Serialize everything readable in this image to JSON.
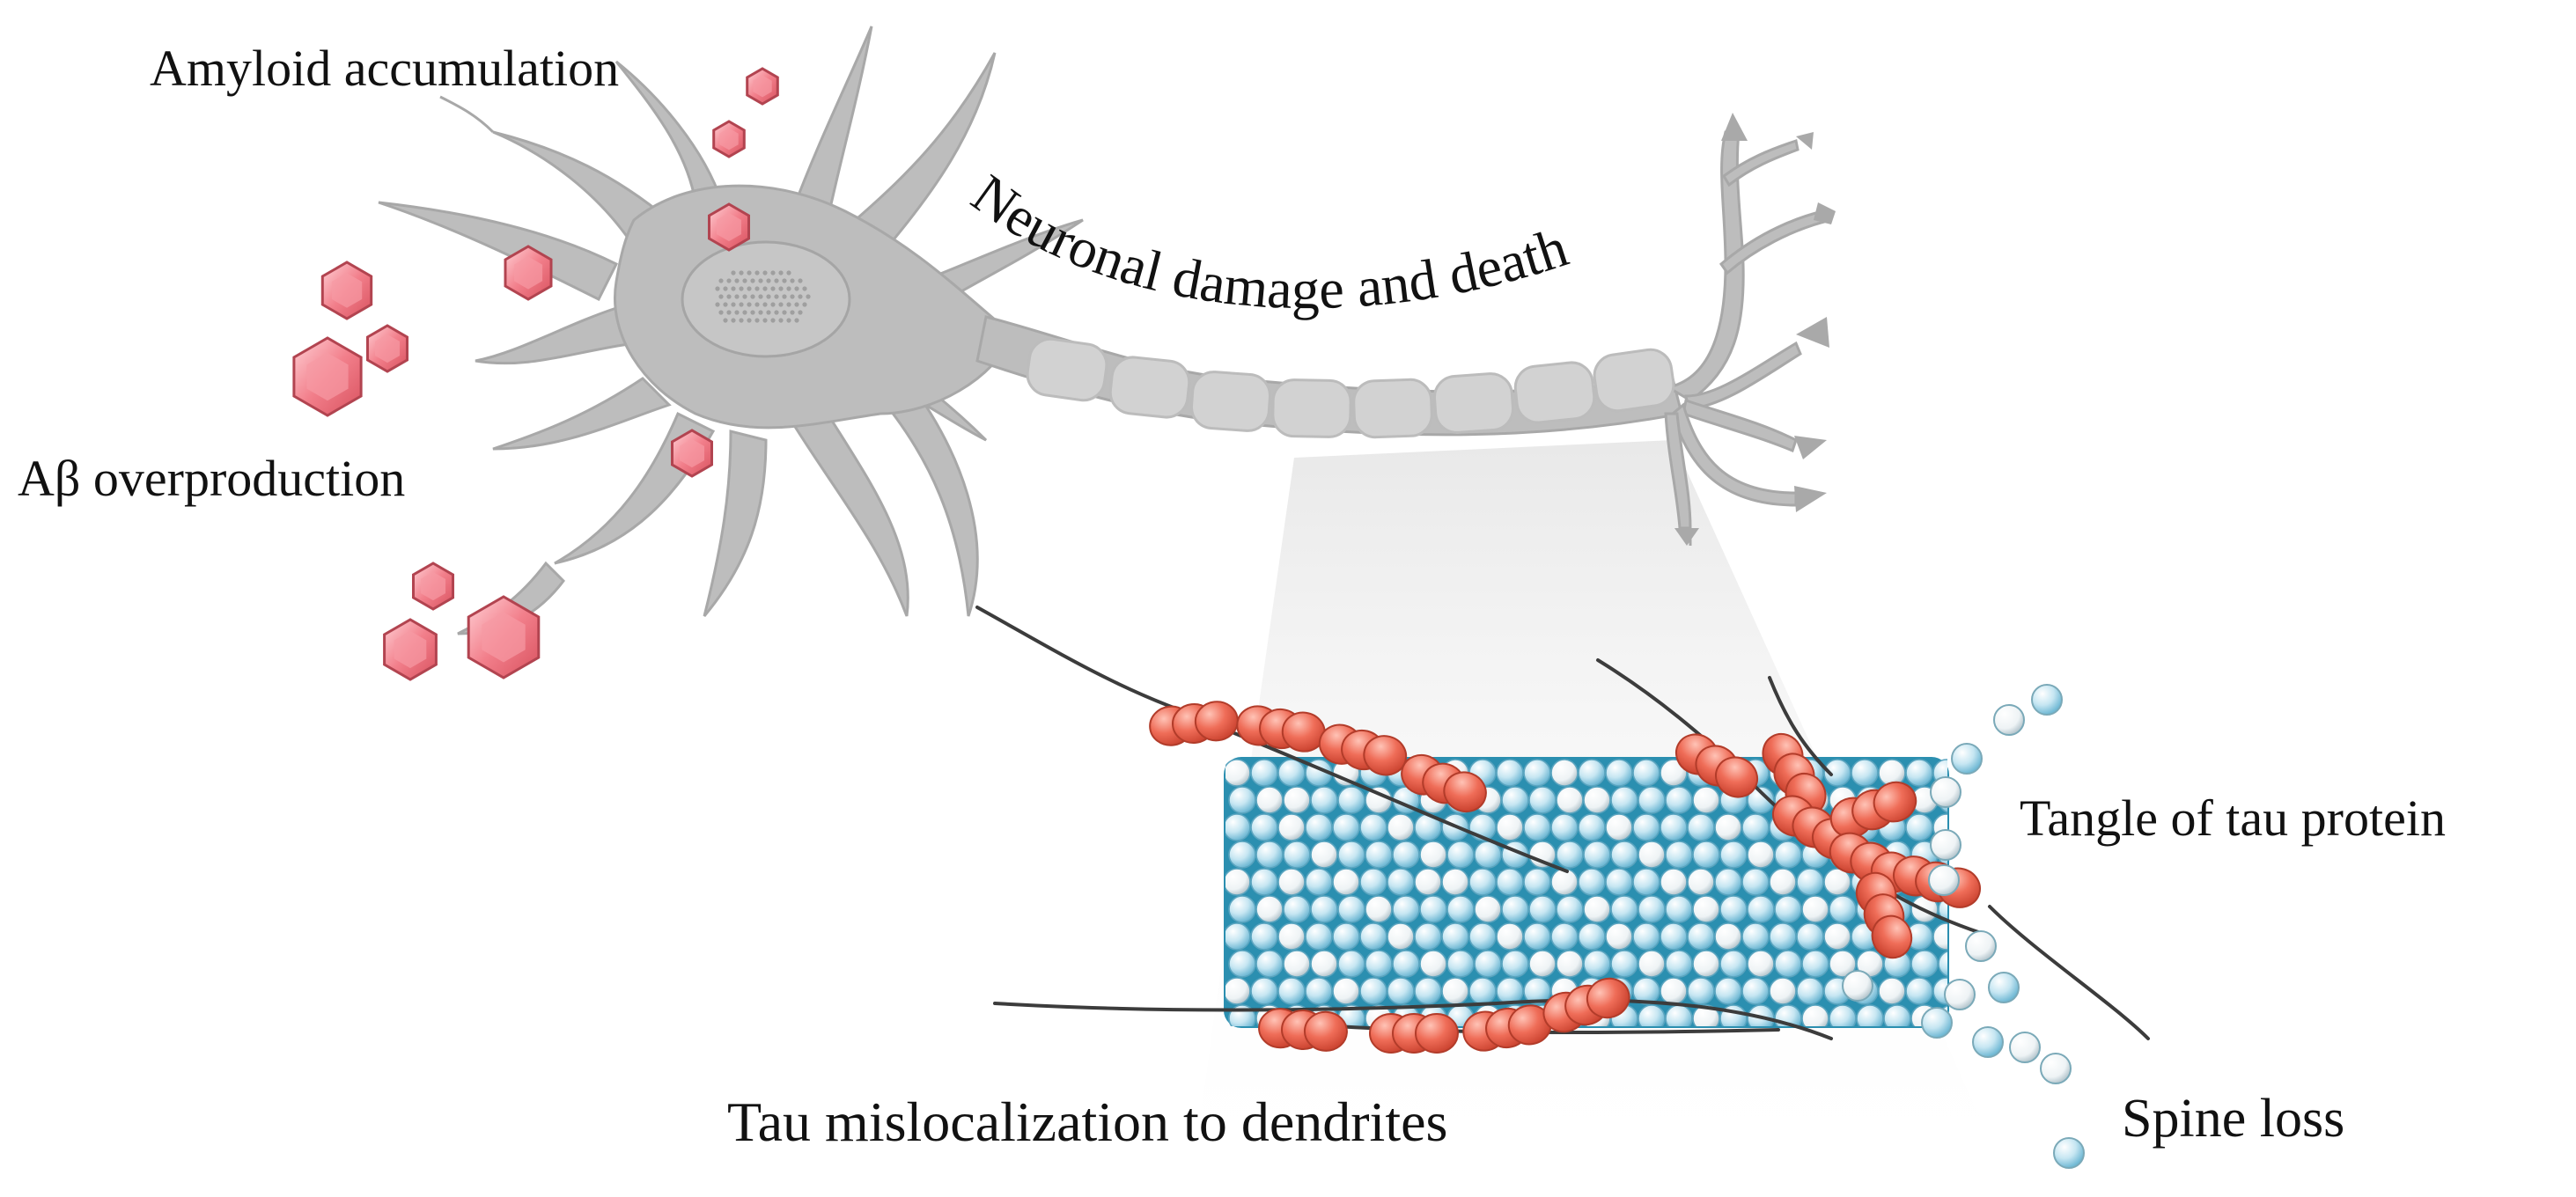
{
  "labels": {
    "amyloid_accumulation": "Amyloid accumulation",
    "abeta_overproduction": "Aβ overproduction",
    "neuronal_damage": "Neuronal damage and death",
    "tangle": "Tangle of tau protein",
    "tau_mislocalization": "Tau mislocalization to dendrites",
    "spine_loss": "Spine loss"
  },
  "colors": {
    "neuron": "#b8b8b8",
    "neuron_dark": "#9a9a9a",
    "amyloid": "#f07a86",
    "amyloid_edge": "#b24450",
    "tau": "#e8604c",
    "microtubule_blue": "#a9d8ea",
    "microtubule_white": "#f4f8fa",
    "microtubule_core": "#2b8fb0"
  },
  "icons": [
    "neuron-illustration",
    "amyloid-hexagon",
    "microtubule-bundle",
    "tau-protein",
    "dendritic-spine"
  ]
}
